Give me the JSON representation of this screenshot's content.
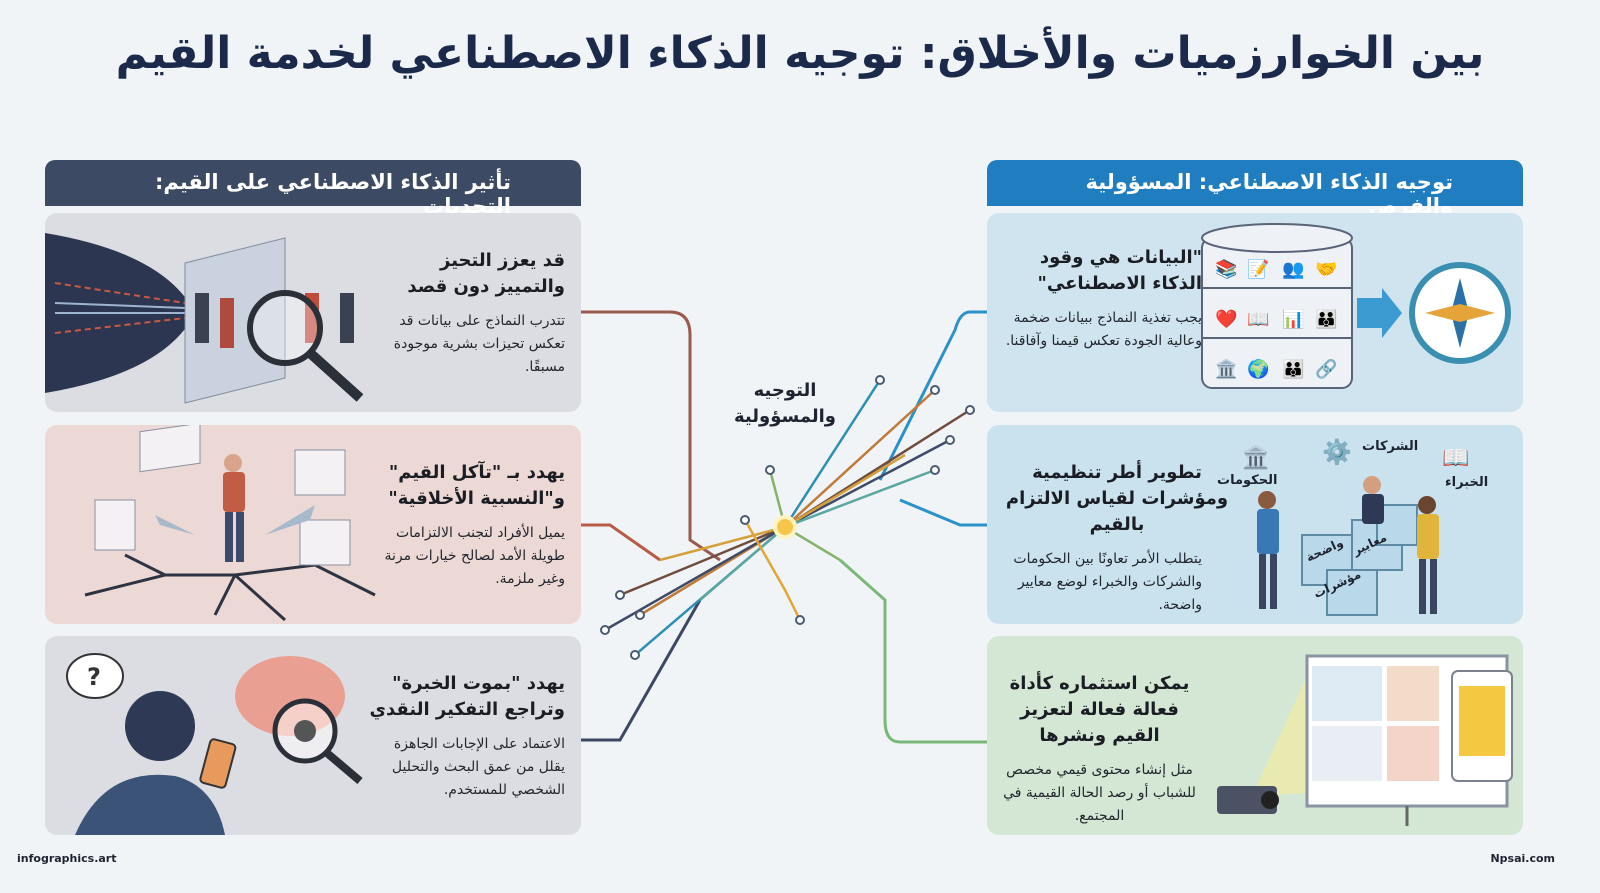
{
  "title": "بين الخوارزميات والأخلاق: توجيه الذكاء الاصطناعي لخدمة القيم",
  "left_column": {
    "header": "تأثير الذكاء الاصطناعي على القيم: التحديات",
    "header_color": "#3d4a63",
    "cards": [
      {
        "heading": "قد يعزز التحيز والتمييز دون قصد",
        "body": "تتدرب النماذج على بيانات قد تعكس تحيزات بشرية موجودة مسبقًا.",
        "color": "#dcdde2",
        "icon": "bias-magnifier-illustration"
      },
      {
        "heading": "يهدد بـ \"تآكل القيم\" و\"النسبية الأخلاقية\"",
        "body": "يميل الأفراد لتجنب الالتزامات طويلة الأمد لصالح خيارات مرنة وغير ملزمة.",
        "color": "#ecd8d4",
        "icon": "cracked-ground-illustration"
      },
      {
        "heading": "يهدد \"بموت الخبرة\" وتراجع التفكير النقدي",
        "body": "الاعتماد على الإجابات الجاهزة يقلل من عمق البحث والتحليل الشخصي للمستخدم.",
        "color": "#dcdde2",
        "icon": "brain-phone-illustration"
      }
    ]
  },
  "right_column": {
    "header": "توجيه الذكاء الاصطناعي: المسؤولية والفرص",
    "header_color": "#1f7dc0",
    "cards": [
      {
        "heading": "\"البيانات هي وقود الذكاء الاصطناعي\"",
        "body": "يجب تغذية النماذج ببيانات ضخمة وعالية الجودة تعكس قيمنا وآفاقنا.",
        "color": "#cfe4ef",
        "icon": "database-compass-illustration"
      },
      {
        "heading": "تطوير أطر تنظيمية ومؤشرات لقياس الالتزام بالقيم",
        "body": "يتطلب الأمر تعاونًا بين الحكومات والشركات والخبراء لوضع معايير واضحة.",
        "color": "#cae2ee",
        "icon": "collaboration-illustration",
        "labels": [
          "الحكومات",
          "الشركات",
          "الخبراء"
        ],
        "boxes": [
          "معايير",
          "واضحة",
          "مؤشرات"
        ]
      },
      {
        "heading": "يمكن استثماره كأداة فعالة فعالة لتعزيز القيم ونشرها",
        "body": "مثل إنشاء محتوى قيمي مخصص للشباب أو رصد الحالة القيمية في المجتمع.",
        "color": "#d3e7d4",
        "icon": "projector-screen-illustration"
      }
    ]
  },
  "center": {
    "label": "التوجيه والمسؤولية",
    "icon": "circuit-hub-icon"
  },
  "footer": {
    "left": "infographics.art",
    "right": "Npsai.com"
  }
}
